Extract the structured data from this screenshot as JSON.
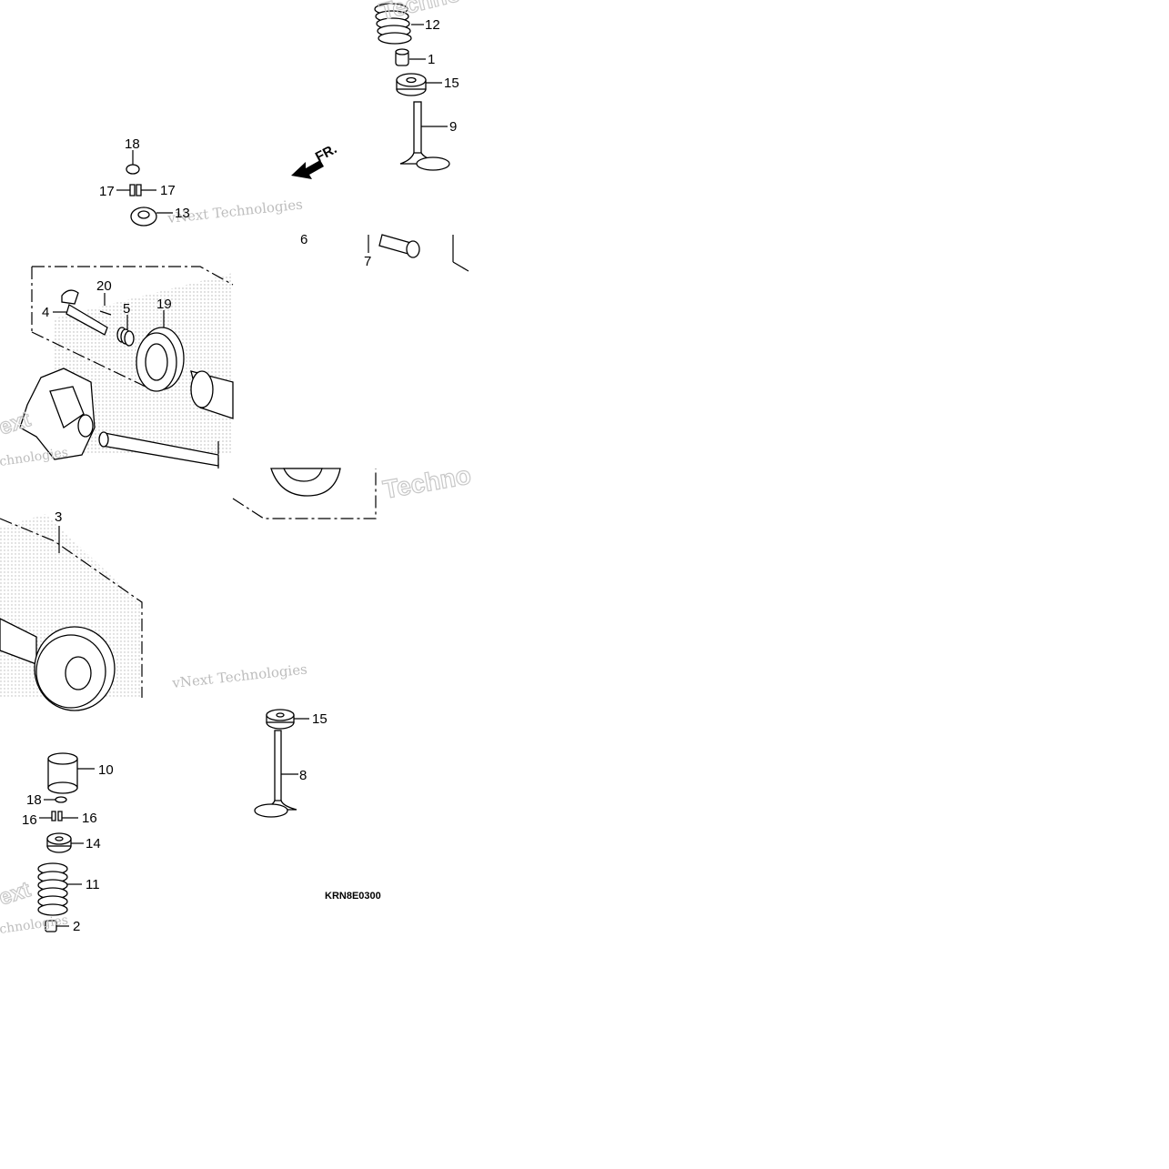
{
  "diagram": {
    "direction_label": "FR.",
    "image_code": "KRN8E0300",
    "callouts": [
      "12",
      "1",
      "15",
      "9",
      "18",
      "17",
      "17",
      "13",
      "6",
      "7",
      "20",
      "4",
      "5",
      "19",
      "3",
      "10",
      "18",
      "16",
      "16",
      "14",
      "11",
      "2",
      "15",
      "8"
    ],
    "watermark": {
      "line1": "vNext Technologies",
      "fragment_a": "Techno",
      "fragment_b": "chnologies",
      "fragment_c": "ext"
    },
    "icons": [
      "direction-arrow-icon"
    ]
  }
}
